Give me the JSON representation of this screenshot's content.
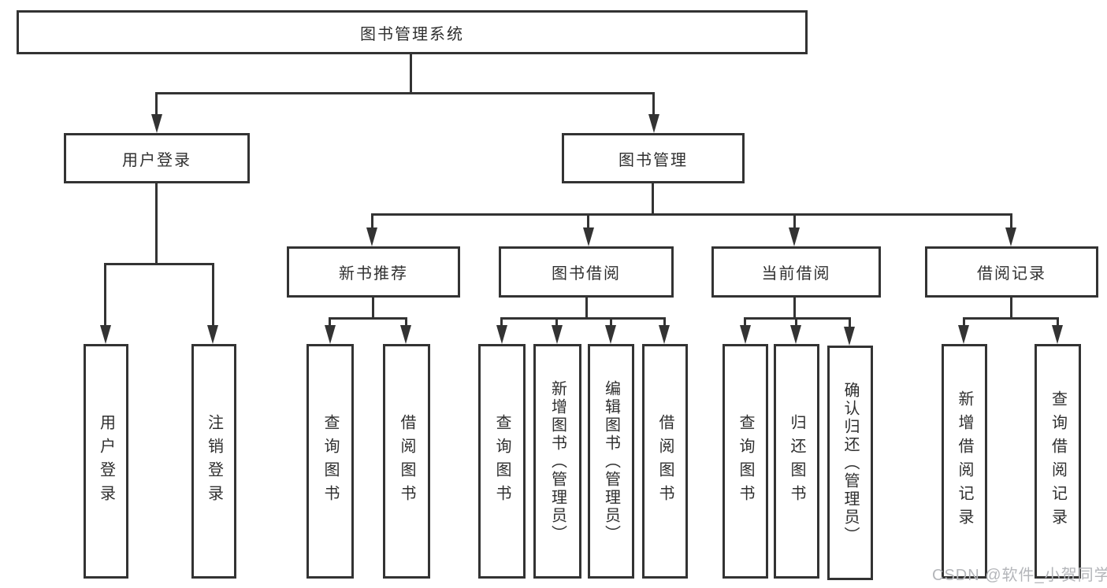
{
  "tree": {
    "root": {
      "label": "图书管理系统",
      "children": [
        {
          "label": "用户登录",
          "children": [
            {
              "label": "用户登录"
            },
            {
              "label": "注销登录"
            }
          ]
        },
        {
          "label": "图书管理",
          "children": [
            {
              "label": "新书推荐",
              "children": [
                {
                  "label": "查询图书"
                },
                {
                  "label": "借阅图书"
                }
              ]
            },
            {
              "label": "图书借阅",
              "children": [
                {
                  "label": "查询图书"
                },
                {
                  "label": "新增图书（管理员）"
                },
                {
                  "label": "编辑图书（管理员）"
                },
                {
                  "label": "借阅图书"
                }
              ]
            },
            {
              "label": "当前借阅",
              "children": [
                {
                  "label": "查询图书"
                },
                {
                  "label": "归还图书"
                },
                {
                  "label": "确认归还（管理员）"
                }
              ]
            },
            {
              "label": "借阅记录",
              "children": [
                {
                  "label": "新增借阅记录"
                },
                {
                  "label": "查询借阅记录"
                }
              ]
            }
          ]
        }
      ]
    }
  },
  "watermark": {
    "text": "CSDN @软件_小贺同学"
  },
  "colors": {
    "line": "#333333",
    "text": "#2f2f2f",
    "watermark": "#b4b6ba",
    "background": "#ffffff"
  }
}
